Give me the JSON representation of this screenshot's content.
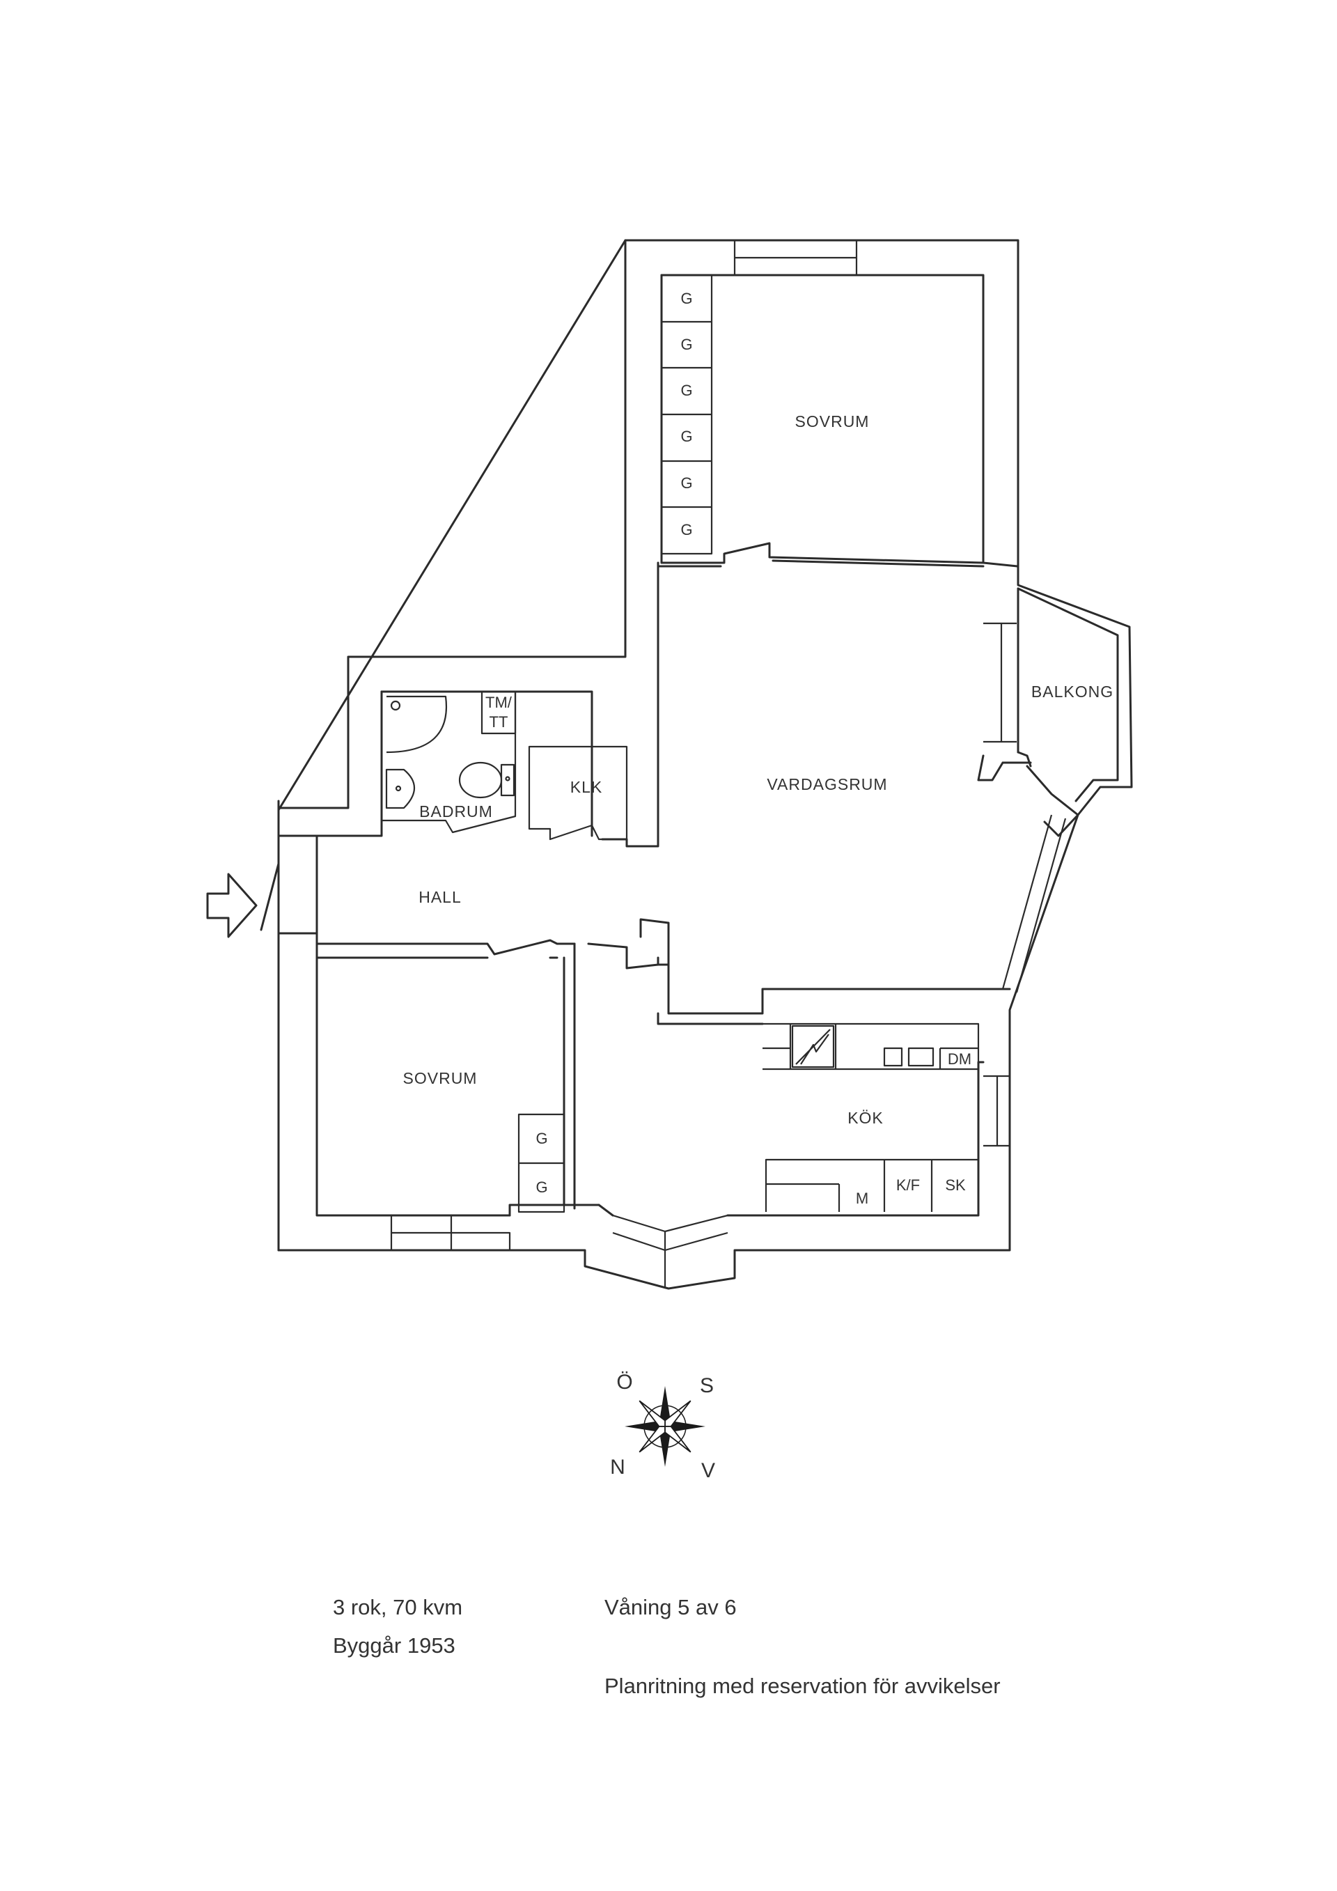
{
  "rooms": {
    "sovrum_top": "SOVRUM",
    "vardagsrum": "VARDAGSRUM",
    "balkong": "BALKONG",
    "badrum": "BADRUM",
    "klk": "KLK",
    "hall": "HALL",
    "sovrum_bottom": "SOVRUM",
    "kok": "KÖK"
  },
  "fixtures": {
    "wardrobe": "G",
    "tm_tt_line1": "TM/",
    "tm_tt_line2": "TT",
    "dm": "DM",
    "m": "M",
    "kf": "K/F",
    "sk": "SK"
  },
  "compass": {
    "north": "N",
    "south": "S",
    "east": "Ö",
    "west": "V"
  },
  "info": {
    "rooms_area": "3 rok, 70 kvm",
    "built": "Byggår 1953",
    "floor": "Våning 5 av 6",
    "disclaimer": "Planritning med reservation för avvikelser"
  }
}
